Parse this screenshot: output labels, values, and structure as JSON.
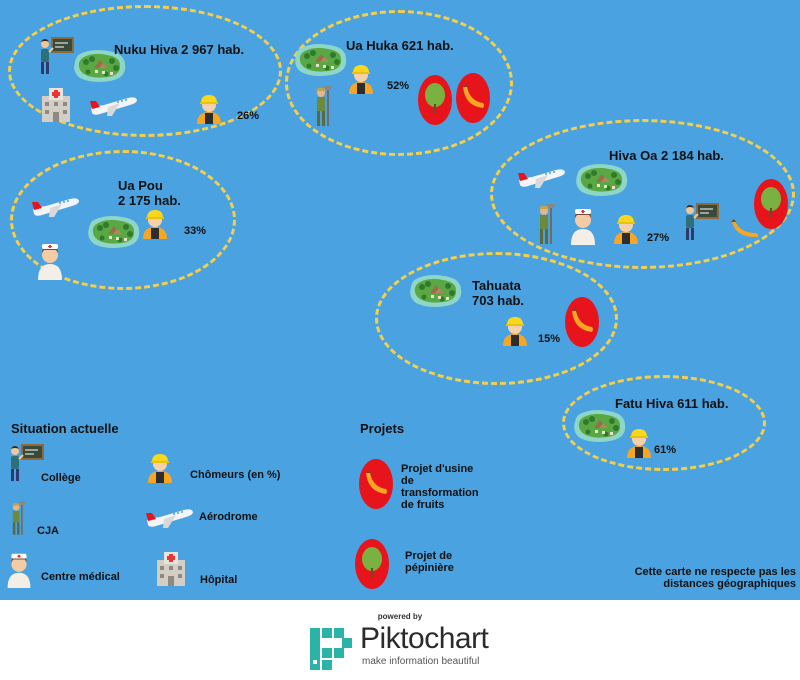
{
  "islands": [
    {
      "key": "nuku-hiva",
      "name_line1": "Nuku Hiva 2 967 hab.",
      "name_line2": "",
      "unemployment": "26%",
      "features": [
        "college-icon",
        "island-icon",
        "hospital-icon",
        "airplane-icon",
        "worker-icon"
      ],
      "projects": []
    },
    {
      "key": "ua-huka",
      "name_line1": "Ua Huka 621 hab.",
      "name_line2": "",
      "unemployment": "52%",
      "features": [
        "island-icon",
        "farmer-icon",
        "worker-icon"
      ],
      "projects": [
        "nursery",
        "fruit-factory"
      ]
    },
    {
      "key": "ua-pou",
      "name_line1": "Ua Pou",
      "name_line2": "2 175 hab.",
      "unemployment": "33%",
      "features": [
        "airplane-icon",
        "island-icon",
        "worker-icon",
        "nurse-icon"
      ],
      "projects": []
    },
    {
      "key": "hiva-oa",
      "name_line1": "Hiva Oa 2 184 hab.",
      "name_line2": "",
      "unemployment": "27%",
      "features": [
        "airplane-icon",
        "island-icon",
        "farmer-icon",
        "nurse-icon",
        "worker-icon",
        "college-icon"
      ],
      "projects": [
        "nursery",
        "fruit-factory"
      ]
    },
    {
      "key": "tahuata",
      "name_line1": "Tahuata",
      "name_line2": "703 hab.",
      "unemployment": "15%",
      "features": [
        "island-icon",
        "worker-icon"
      ],
      "projects": [
        "fruit-factory"
      ]
    },
    {
      "key": "fatu-hiva",
      "name_line1": "Fatu Hiva 611 hab.",
      "name_line2": "",
      "unemployment": "61%",
      "features": [
        "island-icon",
        "worker-icon"
      ],
      "projects": []
    }
  ],
  "legend": {
    "current_title": "Situation actuelle",
    "college": "Collège",
    "cja": "CJA",
    "medical": "Centre médical",
    "unemployed": "Chômeurs (en %)",
    "airport": "Aérodrome",
    "hospital": "Hôpital",
    "projects_title": "Projets",
    "fruit_factory_l1": "Projet d'usine",
    "fruit_factory_l2": "de",
    "fruit_factory_l3": "transformation",
    "fruit_factory_l4": "de fruits",
    "nursery_l1": "Projet de",
    "nursery_l2": "pépinière"
  },
  "note_l1": "Cette carte ne respecte pas les",
  "note_l2": "distances géographiques",
  "footer": {
    "powered_by": "powered by",
    "brand": "Piktochart",
    "tagline": "make information beautiful"
  },
  "colors": {
    "ocean": "#4aa2e0",
    "dashed_outline": "#f3cf4b",
    "project_red": "#e8141b",
    "tree_green": "#79b241",
    "banana_orange": "#f6a623",
    "logo_teal": "#2bb3a8"
  }
}
